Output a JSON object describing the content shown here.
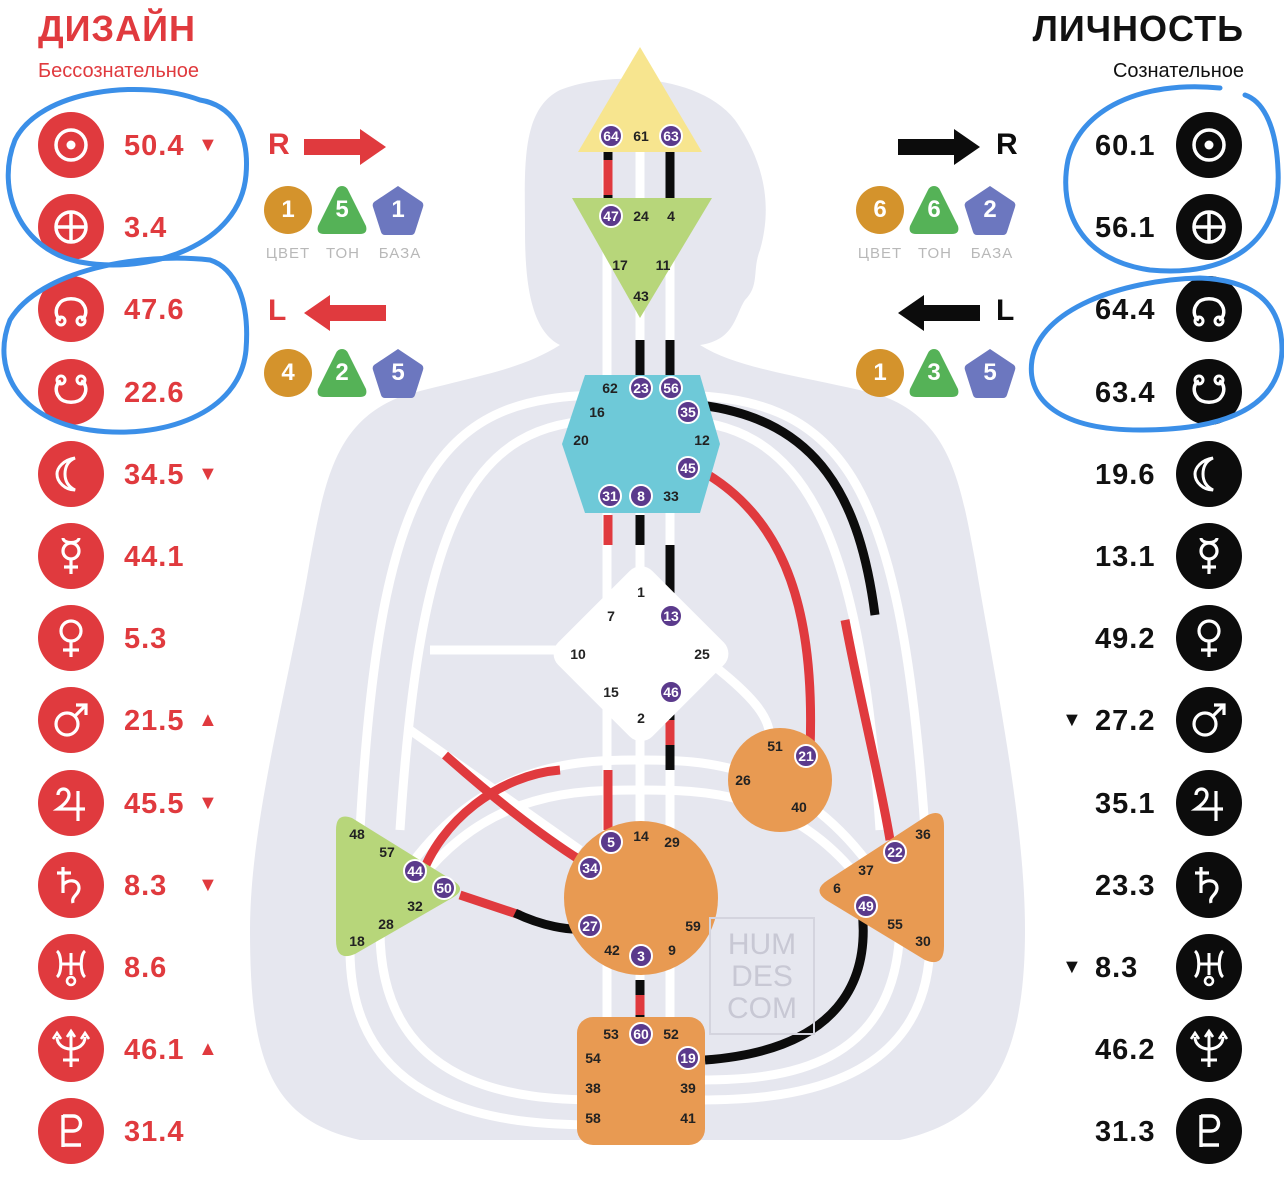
{
  "design": {
    "title": "ДИЗАЙН",
    "subtitle": "Бессознательное",
    "planets": [
      {
        "icon": "sun-icon",
        "value": "50.4",
        "arrow": "▼"
      },
      {
        "icon": "earth-icon",
        "value": "3.4",
        "arrow": ""
      },
      {
        "icon": "north-node-icon",
        "value": "47.6",
        "arrow": ""
      },
      {
        "icon": "south-node-icon",
        "value": "22.6",
        "arrow": ""
      },
      {
        "icon": "moon-icon",
        "value": "34.5",
        "arrow": "▼"
      },
      {
        "icon": "mercury-icon",
        "value": "44.1",
        "arrow": ""
      },
      {
        "icon": "venus-icon",
        "value": "5.3",
        "arrow": ""
      },
      {
        "icon": "mars-icon",
        "value": "21.5",
        "arrow": "▲"
      },
      {
        "icon": "jupiter-icon",
        "value": "45.5",
        "arrow": "▼"
      },
      {
        "icon": "saturn-icon",
        "value": "8.3",
        "arrow": "▼"
      },
      {
        "icon": "uranus-icon",
        "value": "8.6",
        "arrow": ""
      },
      {
        "icon": "neptune-icon",
        "value": "46.1",
        "arrow": "▲"
      },
      {
        "icon": "pluto-icon",
        "value": "31.4",
        "arrow": ""
      }
    ],
    "variables": [
      {
        "letter": "R",
        "color": "1",
        "tone": "5",
        "base": "1"
      },
      {
        "letter": "L",
        "color": "4",
        "tone": "2",
        "base": "5"
      }
    ]
  },
  "personality": {
    "title": "ЛИЧНОСТЬ",
    "subtitle": "Сознательное",
    "planets": [
      {
        "icon": "sun-icon",
        "value": "60.1",
        "arrow": ""
      },
      {
        "icon": "earth-icon",
        "value": "56.1",
        "arrow": ""
      },
      {
        "icon": "north-node-icon",
        "value": "64.4",
        "arrow": ""
      },
      {
        "icon": "south-node-icon",
        "value": "63.4",
        "arrow": ""
      },
      {
        "icon": "moon-icon",
        "value": "19.6",
        "arrow": ""
      },
      {
        "icon": "mercury-icon",
        "value": "13.1",
        "arrow": ""
      },
      {
        "icon": "venus-icon",
        "value": "49.2",
        "arrow": ""
      },
      {
        "icon": "mars-icon",
        "value": "27.2",
        "arrow": "▼"
      },
      {
        "icon": "jupiter-icon",
        "value": "35.1",
        "arrow": ""
      },
      {
        "icon": "saturn-icon",
        "value": "23.3",
        "arrow": ""
      },
      {
        "icon": "uranus-icon",
        "value": "8.3",
        "arrow": "▼"
      },
      {
        "icon": "neptune-icon",
        "value": "46.2",
        "arrow": ""
      },
      {
        "icon": "pluto-icon",
        "value": "31.3",
        "arrow": ""
      }
    ],
    "variables": [
      {
        "letter": "R",
        "color": "6",
        "tone": "6",
        "base": "2"
      },
      {
        "letter": "L",
        "color": "1",
        "tone": "3",
        "base": "5"
      }
    ]
  },
  "variable_labels": {
    "color": "ЦВЕТ",
    "tone": "ТОН",
    "base": "БАЗА"
  },
  "watermark": [
    "HUM",
    "DES",
    "COM"
  ],
  "colors": {
    "design_red": "#e03a3e",
    "personality_black": "#0c0c0c",
    "badge_color": "#d4932c",
    "badge_tone": "#55b257",
    "badge_base": "#6c77bf",
    "head_center": "#f7e58f",
    "ajna_center": "#b7d67a",
    "throat_center": "#6ec9d8",
    "g_center": "#ffffff",
    "motor_center": "#e89a52",
    "spleen_center": "#b7d67a",
    "active_gate": "#5b3a8c",
    "annotation_blue": "#3b8fe8"
  },
  "bodygraph": {
    "centers": [
      {
        "name": "head",
        "gates": [
          "64",
          "61",
          "63"
        ]
      },
      {
        "name": "ajna",
        "gates": [
          "47",
          "24",
          "4",
          "17",
          "11",
          "43"
        ]
      },
      {
        "name": "throat",
        "gates": [
          "62",
          "23",
          "56",
          "16",
          "35",
          "20",
          "12",
          "45",
          "31",
          "8",
          "33"
        ]
      },
      {
        "name": "g",
        "gates": [
          "1",
          "7",
          "13",
          "10",
          "25",
          "15",
          "46",
          "2"
        ]
      },
      {
        "name": "heart",
        "gates": [
          "51",
          "21",
          "26",
          "40"
        ]
      },
      {
        "name": "spleen",
        "gates": [
          "48",
          "57",
          "44",
          "50",
          "32",
          "28",
          "18"
        ]
      },
      {
        "name": "sacral",
        "gates": [
          "5",
          "14",
          "29",
          "34",
          "27",
          "59",
          "42",
          "3",
          "9"
        ]
      },
      {
        "name": "solar_plexus",
        "gates": [
          "36",
          "22",
          "37",
          "6",
          "49",
          "55",
          "30"
        ]
      },
      {
        "name": "root",
        "gates": [
          "53",
          "60",
          "52",
          "54",
          "19",
          "38",
          "39",
          "58",
          "41"
        ]
      }
    ],
    "active_gates": [
      "64",
      "63",
      "47",
      "23",
      "56",
      "35",
      "45",
      "31",
      "8",
      "13",
      "46",
      "21",
      "44",
      "50",
      "5",
      "34",
      "27",
      "3",
      "22",
      "49",
      "60",
      "19"
    ]
  }
}
